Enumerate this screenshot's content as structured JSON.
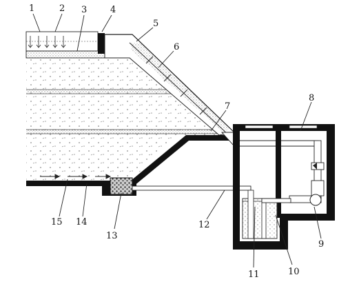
{
  "labels": [
    "1",
    "2",
    "3",
    "4",
    "5",
    "6",
    "7",
    "8",
    "9",
    "10",
    "11",
    "12",
    "13",
    "14",
    "15"
  ],
  "colors": {
    "ink": "#111111",
    "fill_concrete": "#111111",
    "fill_sand_dots": "#8a8a8a",
    "fill_gravel": "#555555",
    "background": "#ffffff"
  }
}
